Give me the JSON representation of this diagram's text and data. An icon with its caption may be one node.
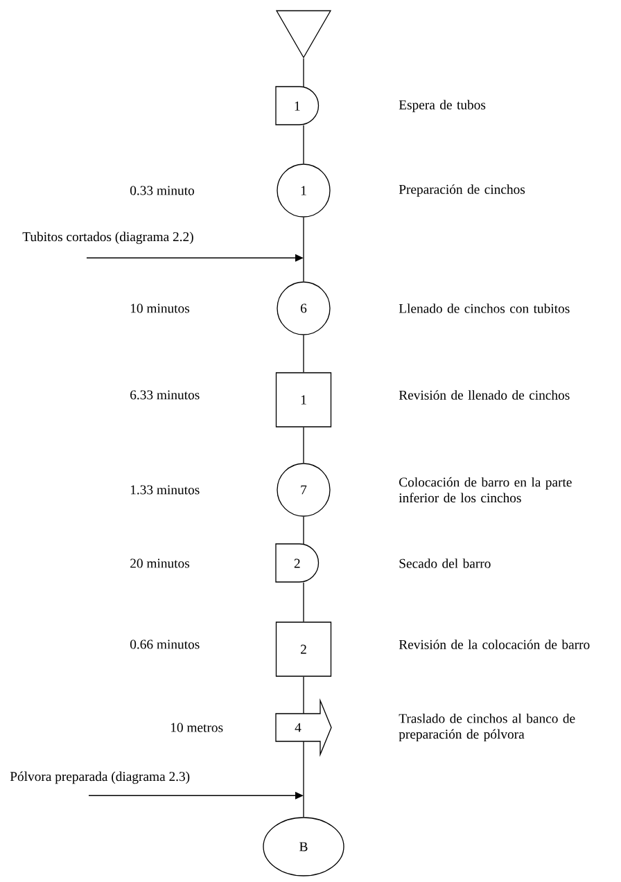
{
  "diagram": {
    "nodes": [
      {
        "text": [],
        "shape": "triangle"
      },
      {
        "text": [
          "1"
        ]
      },
      {
        "text": [
          "1"
        ]
      },
      {
        "text": [
          "Tubitos cortados (diagrama 2.2)"
        ]
      },
      {
        "text": [
          "6"
        ]
      },
      {
        "text": [
          "1"
        ]
      },
      {
        "text": [
          "7"
        ]
      },
      {
        "text": [
          "2"
        ]
      },
      {
        "text": [
          "2"
        ]
      },
      {
        "text": [
          "4"
        ]
      },
      {
        "text": [
          "Pólvora preparada (diagrama 2.3)"
        ]
      },
      {
        "text": [
          "B"
        ]
      }
    ],
    "edges": [
      {
        "from": 0,
        "to": 1,
        "arrow": "none"
      },
      {
        "from": 1,
        "to": 2,
        "arrow": "none"
      },
      {
        "from": 2,
        "to": 4,
        "arrow": "none"
      },
      {
        "from": 4,
        "to": 5,
        "arrow": "none"
      },
      {
        "from": 5,
        "to": 6,
        "arrow": "none"
      },
      {
        "from": 6,
        "to": 7,
        "arrow": "none"
      },
      {
        "from": 7,
        "to": 8,
        "arrow": "none"
      },
      {
        "from": 8,
        "to": 9,
        "arrow": "none"
      },
      {
        "from": 9,
        "to": 11,
        "arrow": "none"
      },
      {
        "from": 3,
        "to": null,
        "arrow": "to"
      },
      {
        "from": 10,
        "to": null,
        "arrow": "to"
      }
    ],
    "labels": [
      "Espera de tubos",
      "0.33 minuto",
      "Preparación de cinchos",
      "10 minutos",
      "Llenado de cinchos con tubitos",
      "6.33 minutos",
      "Revisión de llenado de cinchos",
      "1.33 minutos",
      "Colocación de barro en la parte inferior de los cinchos",
      "20 minutos",
      "Secado del barro",
      "0.66 minutos",
      "Revisión de la colocación de barro",
      "10 metros",
      "Traslado de cinchos al banco de preparación de pólvora"
    ]
  }
}
